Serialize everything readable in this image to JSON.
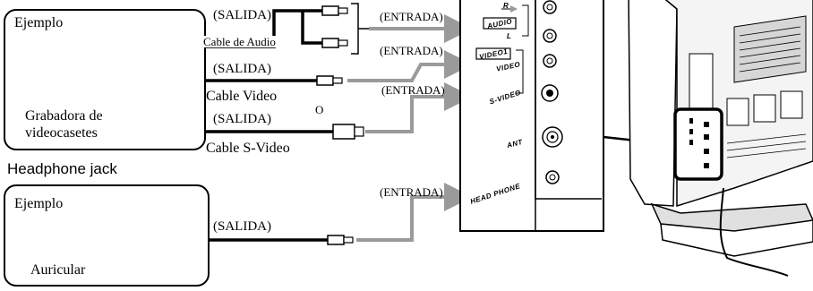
{
  "source_box": {
    "title": "Ejemplo",
    "device": "Grabadora de videocasetes"
  },
  "headphone_section": {
    "heading": "Headphone jack",
    "title": "Ejemplo",
    "device": "Auricular"
  },
  "cables": {
    "audio": {
      "out": "(SALIDA)",
      "name": "Cable de Audio",
      "in": "(ENTRADA)"
    },
    "video": {
      "out": "(SALIDA)",
      "name": "Cable Video",
      "in": "(ENTRADA)"
    },
    "or_label": "O",
    "svideo": {
      "out": "(SALIDA)",
      "name": "Cable S-Video",
      "in": "(ENTRADA)"
    },
    "headphone": {
      "out": "(SALIDA)",
      "in": "(ENTRADA)"
    }
  },
  "panel_labels": {
    "audio": "AUDIO",
    "r": "R",
    "l": "L",
    "video1": "VIDEO1",
    "video": "VIDEO",
    "svideo": "S-VIDEO",
    "ant": "ANT",
    "head_phone": "HEAD PHONE"
  }
}
